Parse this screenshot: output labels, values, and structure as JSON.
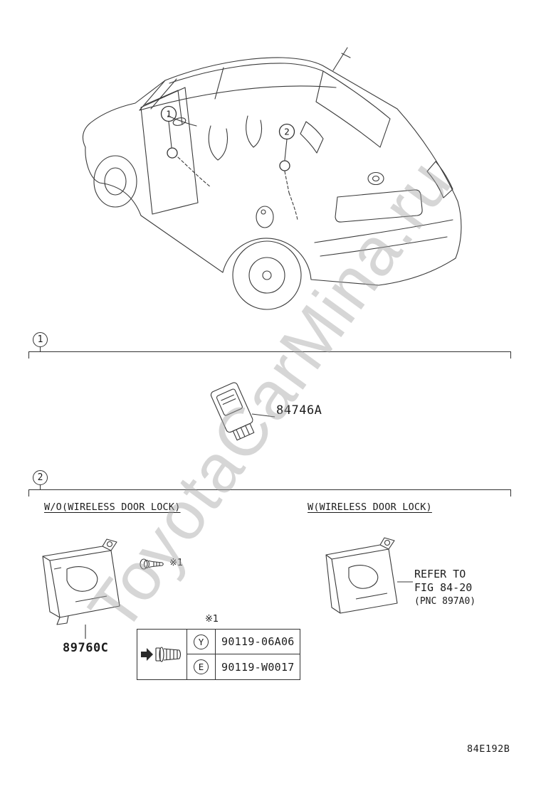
{
  "watermark": "ToyotaCarMina.ru",
  "doc_code": "84E192B",
  "car": {
    "callout_1": "1",
    "callout_2": "2"
  },
  "section_1": {
    "number": "1",
    "part_label": "84746A"
  },
  "section_2": {
    "number": "2",
    "without_wireless": {
      "heading": "W/O(WIRELESS DOOR LOCK)",
      "part_label": "89760C",
      "screw_note": "※1"
    },
    "with_wireless": {
      "heading": "W(WIRELESS DOOR LOCK)",
      "refer_line_1": "REFER TO",
      "refer_line_2": "FIG 84-20",
      "refer_line_3": "(PNC 897A0)"
    },
    "fastener_table": {
      "note": "※1",
      "rows": [
        {
          "mark": "Y",
          "part_number": "90119-06A06"
        },
        {
          "mark": "E",
          "part_number": "90119-W0017"
        }
      ]
    }
  }
}
